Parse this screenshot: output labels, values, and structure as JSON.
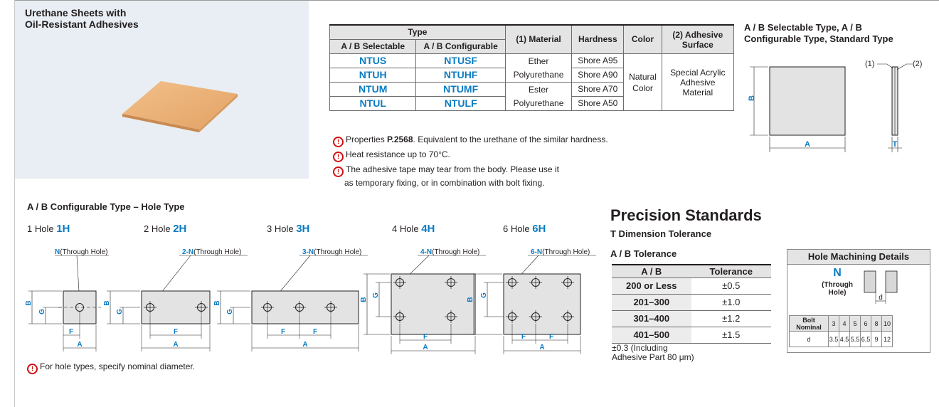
{
  "product": {
    "title_line1": "Urethane Sheets with",
    "title_line2": "Oil-Resistant Adhesives"
  },
  "type_table": {
    "header_type": "Type",
    "header_ab_selectable": "A / B Selectable",
    "header_ab_configurable": "A / B Configurable",
    "header_material": "(1) Material",
    "header_hardness": "Hardness",
    "header_color": "Color",
    "header_adhesive_line1": "(2) Adhesive",
    "header_adhesive_line2": "Surface",
    "rows": [
      {
        "selectable": "NTUS",
        "configurable": "NTUSF",
        "hardness": "Shore A95"
      },
      {
        "selectable": "NTUH",
        "configurable": "NTUHF",
        "hardness": "Shore A90"
      },
      {
        "selectable": "NTUM",
        "configurable": "NTUMF",
        "hardness": "Shore A70"
      },
      {
        "selectable": "NTUL",
        "configurable": "NTULF",
        "hardness": "Shore A50"
      }
    ],
    "material_1_line1": "Ether",
    "material_1_line2": "Polyurethane",
    "material_2_line1": "Ester",
    "material_2_line2": "Polyurethane",
    "color_line1": "Natural",
    "color_line2": "Color",
    "adhesive_line1": "Special Acrylic",
    "adhesive_line2": "Adhesive",
    "adhesive_line3": "Material"
  },
  "notes": {
    "note1_prefix": "Properties ",
    "note1_ref": "P.2568",
    "note1_suffix": ". Equivalent to the urethane of the similar hardness.",
    "note2": "Heat resistance up to 70°C.",
    "note3_line1": "The adhesive tape may tear from the body. Please use it",
    "note3_line2": "as temporary fixing, or in combination with bolt fixing.",
    "warn_symbol": "!"
  },
  "standard_type": {
    "title_line1": "A / B Selectable Type,  A / B",
    "title_line2": "Configurable Type, Standard Type",
    "label_1": "(1)",
    "label_2": "(2)",
    "dim_a": "A",
    "dim_b": "B",
    "dim_t": "T"
  },
  "hole_types": {
    "section_title": "A / B Configurable Type – Hole Type",
    "types": [
      {
        "label": "1 Hole ",
        "code": "1H",
        "callout_prefix": "",
        "callout_n": "N",
        "callout_suffix": "(Through Hole)"
      },
      {
        "label": "2 Hole ",
        "code": "2H",
        "callout_prefix": "2-",
        "callout_n": "N",
        "callout_suffix": "(Through Hole)"
      },
      {
        "label": "3 Hole ",
        "code": "3H",
        "callout_prefix": "3-",
        "callout_n": "N",
        "callout_suffix": "(Through Hole)"
      },
      {
        "label": "4 Hole ",
        "code": "4H",
        "callout_prefix": "4-",
        "callout_n": "N",
        "callout_suffix": "(Through Hole)"
      },
      {
        "label": "6 Hole ",
        "code": "6H",
        "callout_prefix": "6-",
        "callout_n": "N",
        "callout_suffix": "(Through Hole)"
      }
    ],
    "dim_a": "A",
    "dim_b": "B",
    "dim_f": "F",
    "dim_g": "G",
    "footnote": "For hole types, specify nominal diameter."
  },
  "precision": {
    "title": "Precision Standards",
    "subtitle": "T Dimension Tolerance",
    "ab_title": "A / B Tolerance",
    "col_ab": "A / B",
    "col_tol": "Tolerance",
    "rows": [
      {
        "range": "200 or Less",
        "tol": "±0.5"
      },
      {
        "range": "201–300",
        "tol": "±1.0"
      },
      {
        "range": "301–400",
        "tol": "±1.2"
      },
      {
        "range": "401–500",
        "tol": "±1.5"
      }
    ],
    "note_line1": "±0.3 (Including",
    "note_line2": "Adhesive Part 80 μm)"
  },
  "hole_machining": {
    "title": "Hole Machining Details",
    "n_label": "N",
    "through_line1": "(Through",
    "through_line2": "Hole)",
    "d_label": "d",
    "bolt_nominal_label": "Bolt Nominal",
    "d_row_label": "d",
    "nominals": [
      "3",
      "4",
      "5",
      "6",
      "8",
      "10"
    ],
    "d_values": [
      "3.5",
      "4.5",
      "5.5",
      "6.5",
      "9",
      "12"
    ]
  },
  "colors": {
    "accent_blue": "#0a7bc2",
    "warning_red": "#d20f0f",
    "panel_bg": "#e8eef3",
    "sheet_orange": "#e8a96a"
  }
}
